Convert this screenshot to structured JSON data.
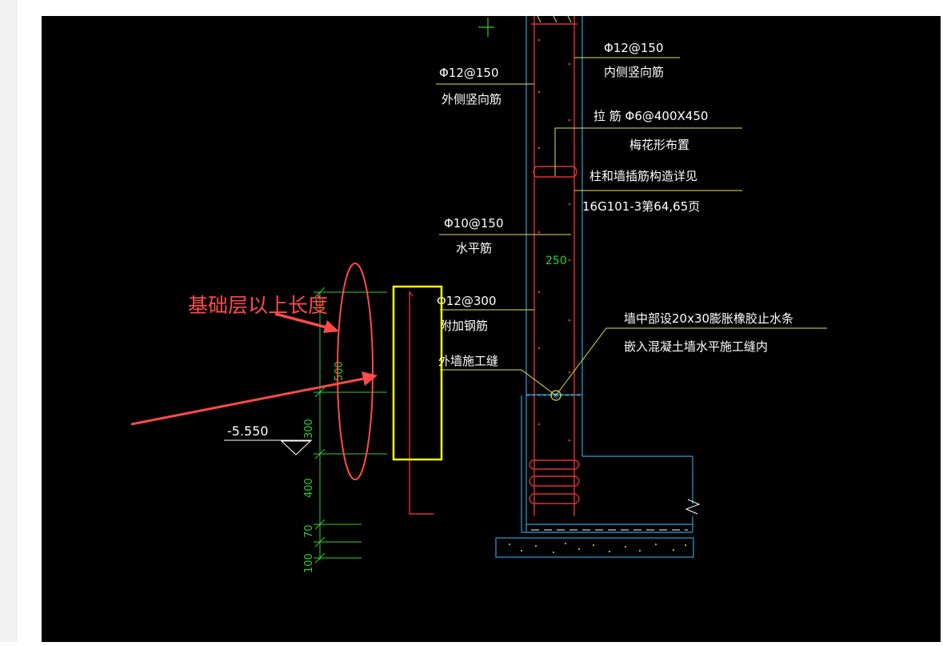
{
  "labels": {
    "outer_vertical_spec": "Φ12@150",
    "outer_vertical_name": "外侧竖向筋",
    "inner_vertical_spec": "Φ12@150",
    "inner_vertical_name": "内侧竖向筋",
    "tie_spec": "拉 筋  Φ6@400X450",
    "tie_layout": "梅花形布置",
    "column_note_1": "柱和墙插筋构造详见",
    "column_note_2": "16G101-3第64,65页",
    "horizontal_spec": "Φ10@150",
    "horizontal_name": "水平筋",
    "wall_thickness": "250",
    "additional_spec": "Φ12@300",
    "additional_name": "附加钢筋",
    "joint_name": "外墙施工缝",
    "waterstop_1": "墙中部设20x30膨胀橡胶止水条",
    "waterstop_2": "嵌入混凝土墙水平施工缝内",
    "elevation": "-5.550",
    "dim_500": "500",
    "dim_300": "300",
    "dim_400": "400",
    "dim_70": "70",
    "dim_100": "100"
  },
  "annotation": {
    "text": "基础层以上长度"
  },
  "colors": {
    "background": "#000000",
    "rebar": "#e03030",
    "concrete_edge": "#2f9fd6",
    "leader": "#e3e34a",
    "dimension": "#2fd02f",
    "text": "#ffffff",
    "annotation": "#ff4a4a",
    "highlight_box": "#ffff00"
  }
}
